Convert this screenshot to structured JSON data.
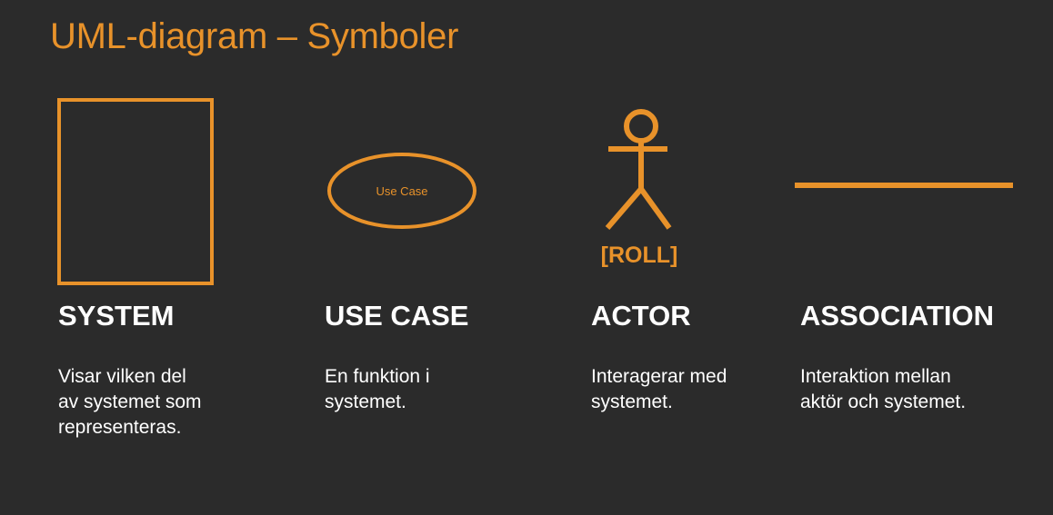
{
  "title": "UML-diagram – Symboler",
  "accent_color": "#e8922a",
  "background_color": "#2b2b2b",
  "symbols": [
    {
      "id": "system",
      "name": "SYSTEM",
      "description": "Visar vilken del\nav systemet som\nrepresenteras.",
      "shape": "rectangle"
    },
    {
      "id": "use-case",
      "name": "USE CASE",
      "description": "En funktion i\nsystemet.",
      "shape": "ellipse",
      "shape_label": "Use Case"
    },
    {
      "id": "actor",
      "name": "ACTOR",
      "description": "Interagerar med\nsystemet.",
      "shape": "stick-figure",
      "shape_label": "[ROLL]"
    },
    {
      "id": "association",
      "name": "ASSOCIATION",
      "description": "Interaktion mellan\naktör och systemet.",
      "shape": "line"
    }
  ]
}
